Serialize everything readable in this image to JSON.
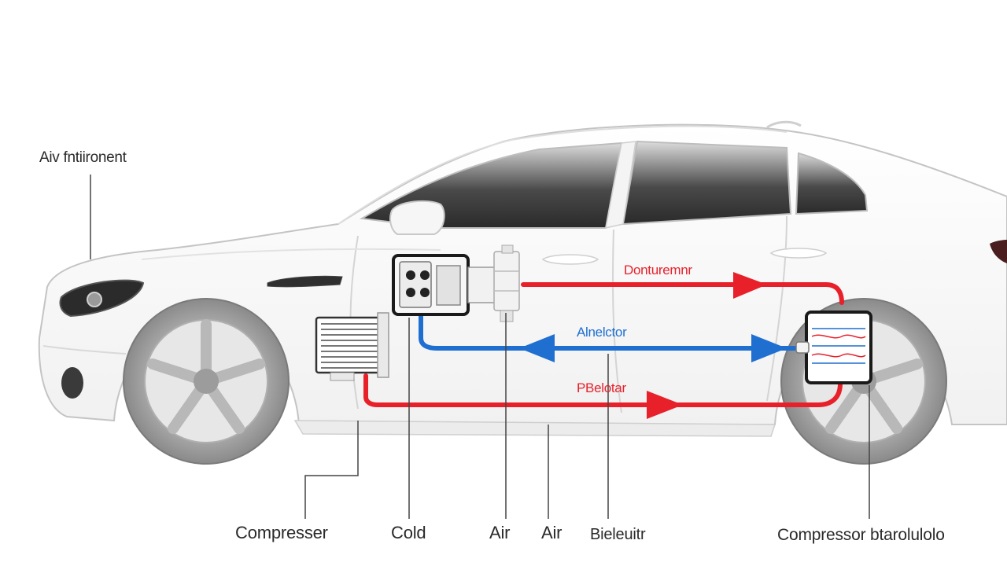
{
  "labels": {
    "top_left": "Aiv fntiironent",
    "flow_top": "Donturemnr",
    "flow_middle": "Alnelctor",
    "flow_bottom": "PBelotar",
    "bottom_1": "Compresser",
    "bottom_2": "Cold",
    "bottom_3": "Air",
    "bottom_4": "Air",
    "bottom_5": "Bieleuitr",
    "bottom_6": "Compressor btarolulolo"
  },
  "colors": {
    "hot_line": "#e8202a",
    "cold_line": "#1f6fd1",
    "car_outline": "#c9c9c9",
    "glass": "#4a4a4a",
    "wheel": "#8c8c8c",
    "label_text": "#2a2a2a"
  },
  "icons": {
    "compressor": "compressor-unit-icon",
    "condenser": "condenser-grille-icon",
    "evaporator": "evaporator-box-icon",
    "expansion_valve": "expansion-valve-icon"
  }
}
